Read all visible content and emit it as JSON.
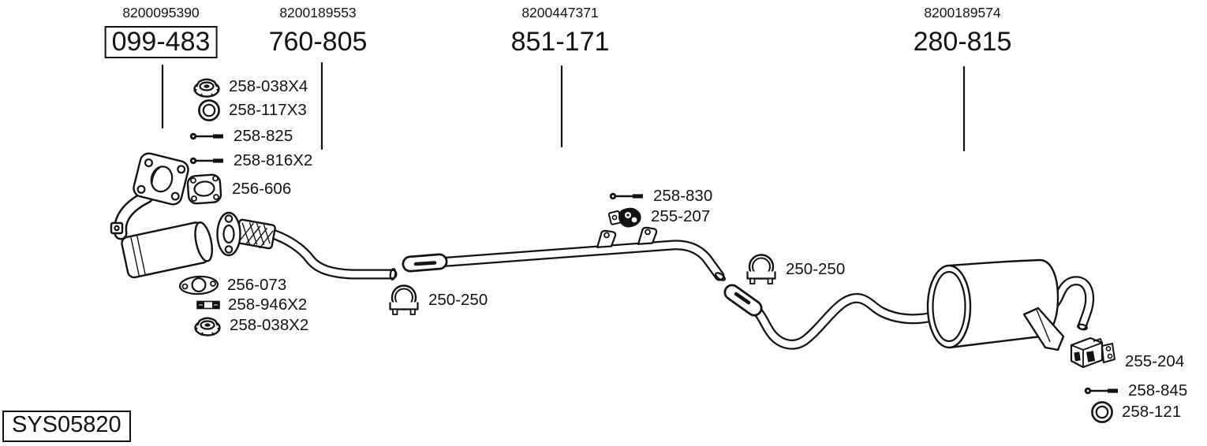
{
  "page": {
    "background": "#ffffff",
    "ink": "#131313"
  },
  "assemblies": [
    {
      "oem_number": "8200095390",
      "part_number": "099-483",
      "boxed": true
    },
    {
      "oem_number": "8200189553",
      "part_number": "760-805",
      "boxed": false
    },
    {
      "oem_number": "8200447371",
      "part_number": "851-171",
      "boxed": false
    },
    {
      "oem_number": "8200189574",
      "part_number": "280-815",
      "boxed": false
    }
  ],
  "callouts": [
    {
      "icon": "flange-nut-icon",
      "label": "258-038X4"
    },
    {
      "icon": "washer-icon",
      "label": "258-117X3"
    },
    {
      "icon": "bolt-icon",
      "label": "258-825"
    },
    {
      "icon": "bolt-icon",
      "label": "258-816X2"
    },
    {
      "icon": "flange-gasket-icon",
      "label": "256-606"
    },
    {
      "icon": "oval-gasket-icon",
      "label": "256-073"
    },
    {
      "icon": "spring-kit-icon",
      "label": "258-946X2"
    },
    {
      "icon": "flange-nut-icon",
      "label": "258-038X2"
    },
    {
      "icon": "pipe-clamp-icon",
      "label": "250-250"
    },
    {
      "icon": "bolt-icon",
      "label": "258-830"
    },
    {
      "icon": "rubber-mount-icon",
      "label": "255-207"
    },
    {
      "icon": "pipe-clamp-icon",
      "label": "250-250"
    },
    {
      "icon": "hanger-bracket-icon",
      "label": "255-204"
    },
    {
      "icon": "bolt-icon",
      "label": "258-845"
    },
    {
      "icon": "washer-icon",
      "label": "258-121"
    }
  ],
  "system_code": "SYS05820"
}
